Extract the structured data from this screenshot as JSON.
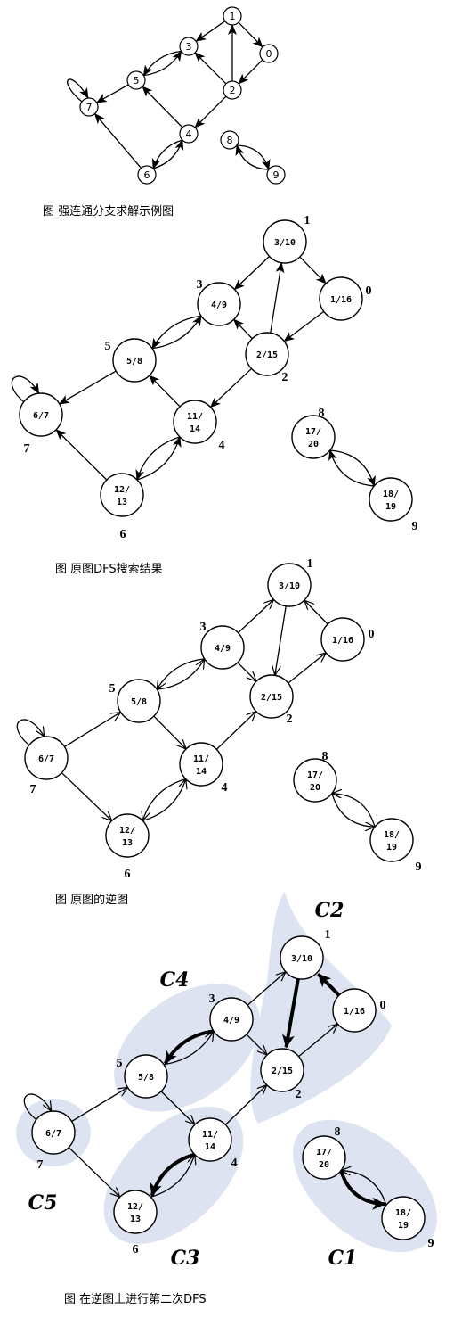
{
  "colors": {
    "stroke": "#000000",
    "node_fill": "#ffffff",
    "component_fill": "#dde3f0"
  },
  "diagram1": {
    "caption": "图 强连通分支求解示例图",
    "nodes": [
      "1",
      "0",
      "3",
      "5",
      "2",
      "7",
      "4",
      "6",
      "8",
      "9"
    ]
  },
  "diagram2": {
    "caption": "图 原图DFS搜索结果",
    "nodes": [
      {
        "label": "1",
        "time_a": "3/10",
        "time_b": ""
      },
      {
        "label": "0",
        "time_a": "1/16",
        "time_b": ""
      },
      {
        "label": "3",
        "time_a": "4/9",
        "time_b": ""
      },
      {
        "label": "5",
        "time_a": "5/8",
        "time_b": ""
      },
      {
        "label": "2",
        "time_a": "2/15",
        "time_b": ""
      },
      {
        "label": "7",
        "time_a": "6/7",
        "time_b": ""
      },
      {
        "label": "4",
        "time_a": "11/",
        "time_b": "14"
      },
      {
        "label": "6",
        "time_a": "12/",
        "time_b": "13"
      },
      {
        "label": "8",
        "time_a": "17/",
        "time_b": "20"
      },
      {
        "label": "9",
        "time_a": "18/",
        "time_b": "19"
      }
    ]
  },
  "diagram3": {
    "caption": "图 原图的逆图"
  },
  "diagram4": {
    "caption": "图 在逆图上进行第二次DFS",
    "components": [
      "C2",
      "C4",
      "C5",
      "C3",
      "C1"
    ]
  }
}
